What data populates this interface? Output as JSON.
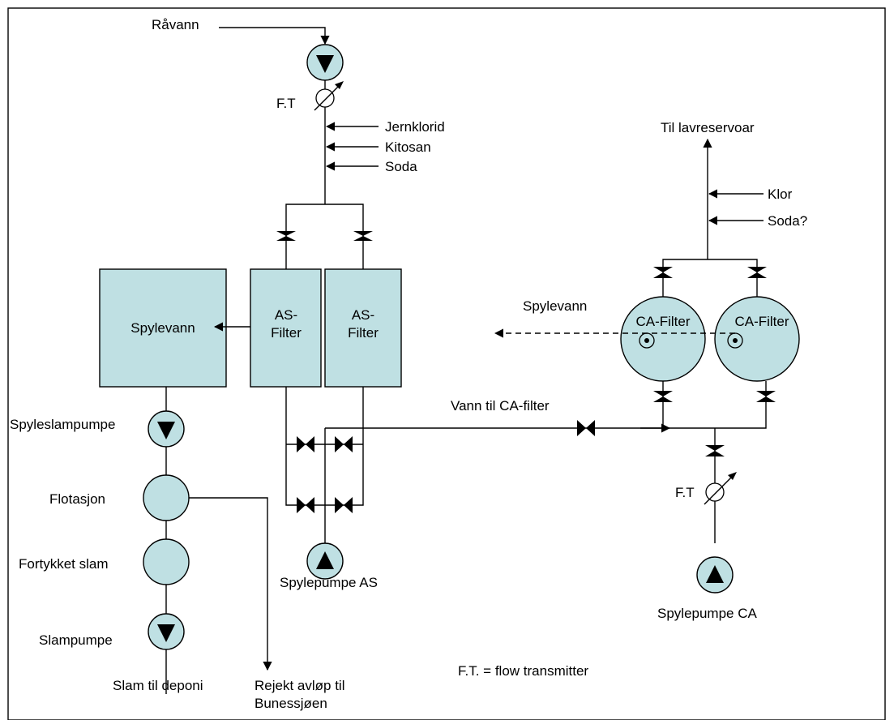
{
  "colors": {
    "equipment_fill": "#bfe0e3",
    "line": "#000000",
    "background": "#ffffff"
  },
  "labels": {
    "raw_water": "Råvann",
    "ft_top": "F.T",
    "jernklorid": "Jernklorid",
    "kitosan": "Kitosan",
    "soda_top": "Soda",
    "til_lavreservoar": "Til lavreservoar",
    "klor": "Klor",
    "soda_q": "Soda?",
    "spylevann_tank": "Spylevann",
    "as_filter_1": [
      "AS-",
      "Filter"
    ],
    "as_filter_2": [
      "AS-",
      "Filter"
    ],
    "spylevann_ca": "Spylevann",
    "ca_filter_1": "CA-Filter",
    "ca_filter_2": "CA-Filter",
    "vann_til_ca": "Vann til CA-filter",
    "spyleslampumpe": "Spyleslampumpe",
    "flotasjon": "Flotasjon",
    "fortykket_slam": "Fortykket slam",
    "slampumpe": "Slampumpe",
    "slam_til_deponi": "Slam til deponi",
    "rejekt": [
      "Rejekt avløp til",
      "Bunessjøen"
    ],
    "spylepumpe_as": "Spylepumpe AS",
    "ft_right": "F.T",
    "spylepumpe_ca": "Spylepumpe CA",
    "legend_ft": "F.T. = flow transmitter"
  }
}
